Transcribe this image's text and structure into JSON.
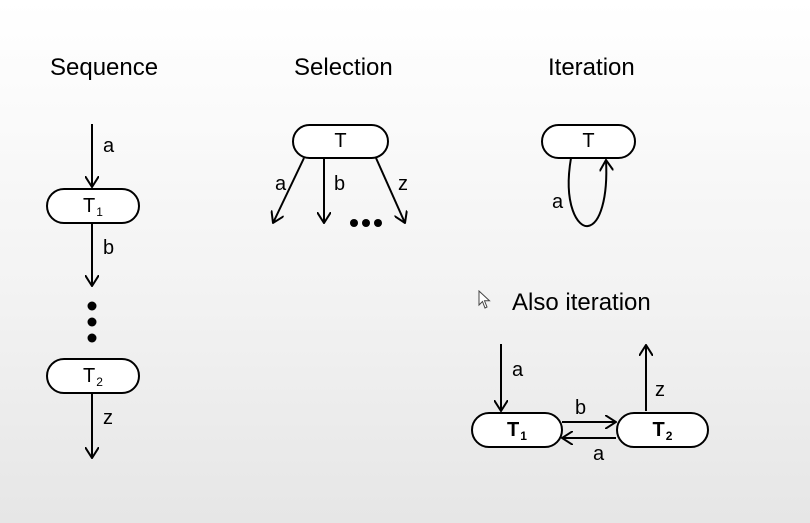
{
  "sections": {
    "sequence": {
      "title": "Sequence",
      "box1": {
        "main": "T",
        "sub": "1"
      },
      "box2": {
        "main": "T",
        "sub": "2"
      },
      "edge_labels": {
        "in": "a",
        "mid": "b",
        "out": "z"
      }
    },
    "selection": {
      "title": "Selection",
      "box": "T",
      "edge_labels": {
        "left": "a",
        "middle": "b",
        "right": "z"
      }
    },
    "iteration": {
      "title": "Iteration",
      "box": "T",
      "loop_label": "a"
    },
    "also_iteration": {
      "title": "Also iteration",
      "box1": {
        "main": "T",
        "sub": "1"
      },
      "box2": {
        "main": "T",
        "sub": "2"
      },
      "edge_labels": {
        "in": "a",
        "forward": "b",
        "back": "a",
        "out": "z"
      }
    }
  },
  "icons": {
    "cursor": "mouse-pointer-icon"
  }
}
